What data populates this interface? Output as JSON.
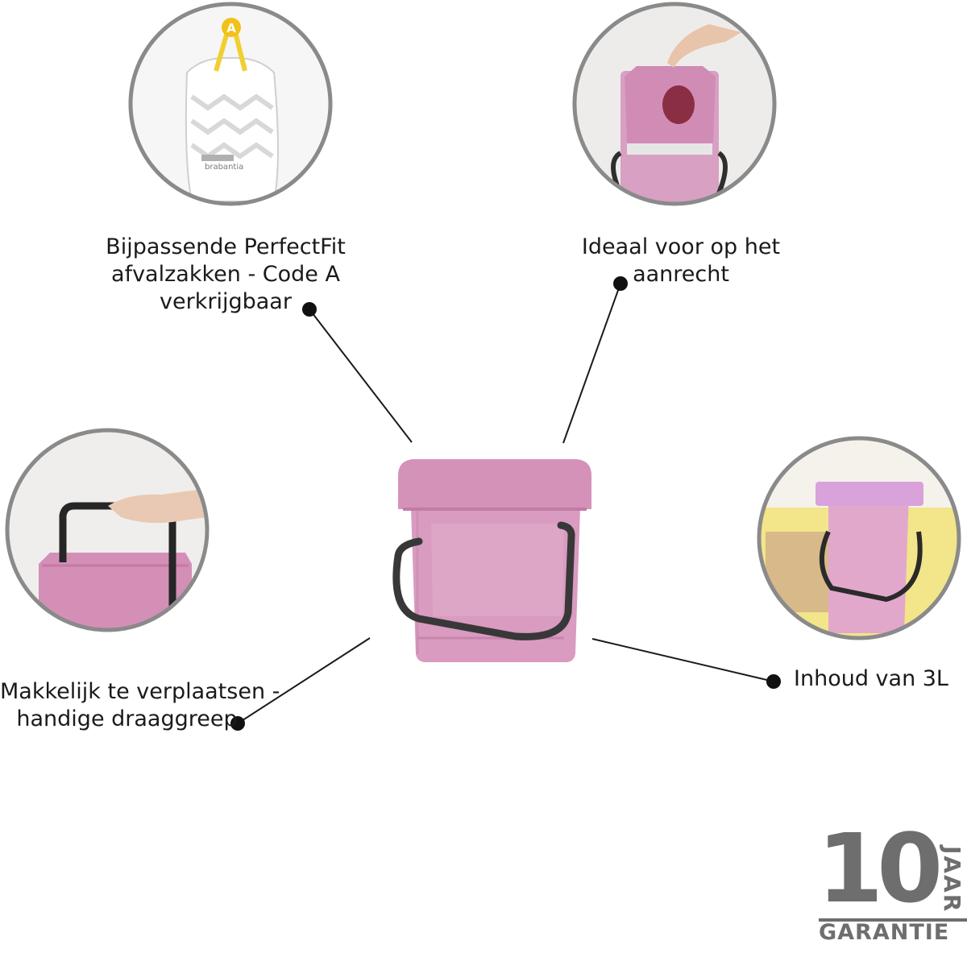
{
  "features": [
    {
      "id": "bags",
      "lines": [
        "Bijpassende PerfectFit",
        "afvalzakken - Code A",
        "verkrijgbaar"
      ],
      "bag_code": "A",
      "bag_brand": "brabantia"
    },
    {
      "id": "counter",
      "lines": [
        "Ideaal voor op het",
        "aanrecht"
      ]
    },
    {
      "id": "handle",
      "lines": [
        "Makkelijk te verplaatsen -",
        "handige draaggreep"
      ]
    },
    {
      "id": "capacity",
      "lines": [
        "Inhoud van 3L"
      ]
    }
  ],
  "warranty": {
    "number": "10",
    "unit": "JAAR",
    "label": "GARANTIE"
  },
  "colors": {
    "bin_pink": "#d99bc0",
    "bin_lid": "#d592b9",
    "handle": "#3a3a3a",
    "circle_border": "#8a8a8a",
    "badge": "#6e6e6e",
    "counter_yellow": "#f2e58a"
  }
}
